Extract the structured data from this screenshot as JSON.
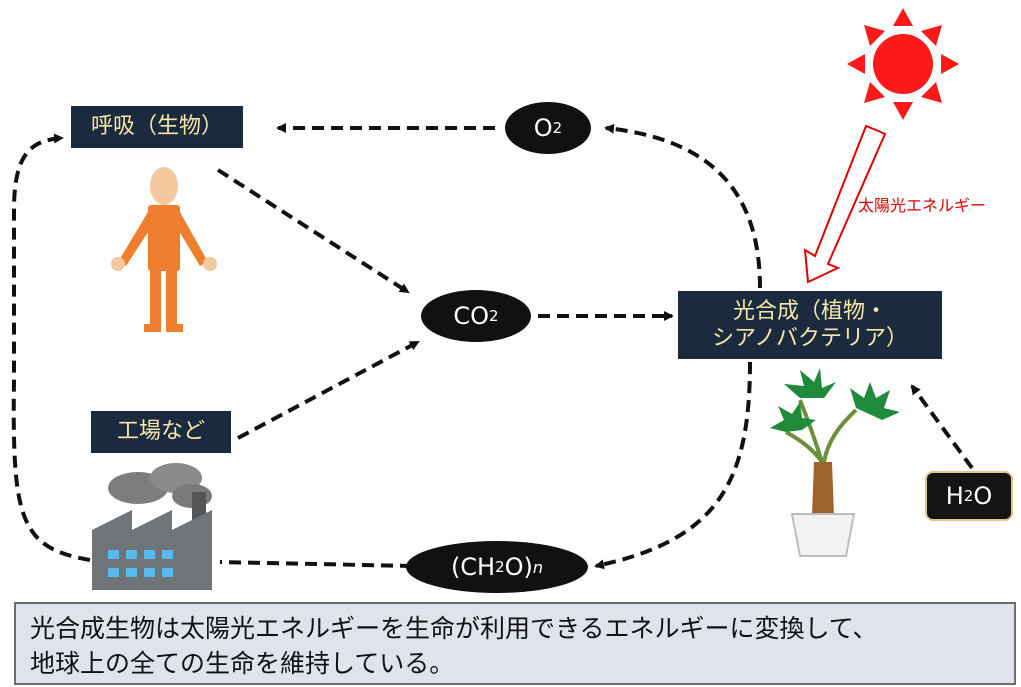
{
  "nodes": {
    "respiration": "呼吸（生物）",
    "factory": "工場など",
    "photosynthesis_line1": "光合成（植物・",
    "photosynthesis_line2": "シアノバクテリア）",
    "o2_main": "O",
    "o2_sub": "2",
    "co2_main": "CO",
    "co2_sub": "2",
    "ch2o_open": "(CH",
    "ch2o_sub": "2",
    "ch2o_close": "O)",
    "ch2o_n": "n",
    "h2o_main": "H",
    "h2o_sub": "2",
    "h2o_end": "O"
  },
  "sun_label": "太陽光エネルギー",
  "caption": {
    "line1": "光合成生物は太陽光エネルギーを生命が利用できるエネルギーに変換して、",
    "line2": "地球上の全ての生命を維持している。"
  },
  "colors": {
    "label_bg": "#1c2a3f",
    "label_text": "#f6e7a6",
    "sun": "#ff1a1a",
    "person": "#ef7f2f",
    "plant_leaf": "#1f8a3a",
    "factory": "#6f7479",
    "caption_bg": "#dfe3ec"
  },
  "icons": [
    "sun-icon",
    "person-icon",
    "factory-icon",
    "plant-icon"
  ]
}
